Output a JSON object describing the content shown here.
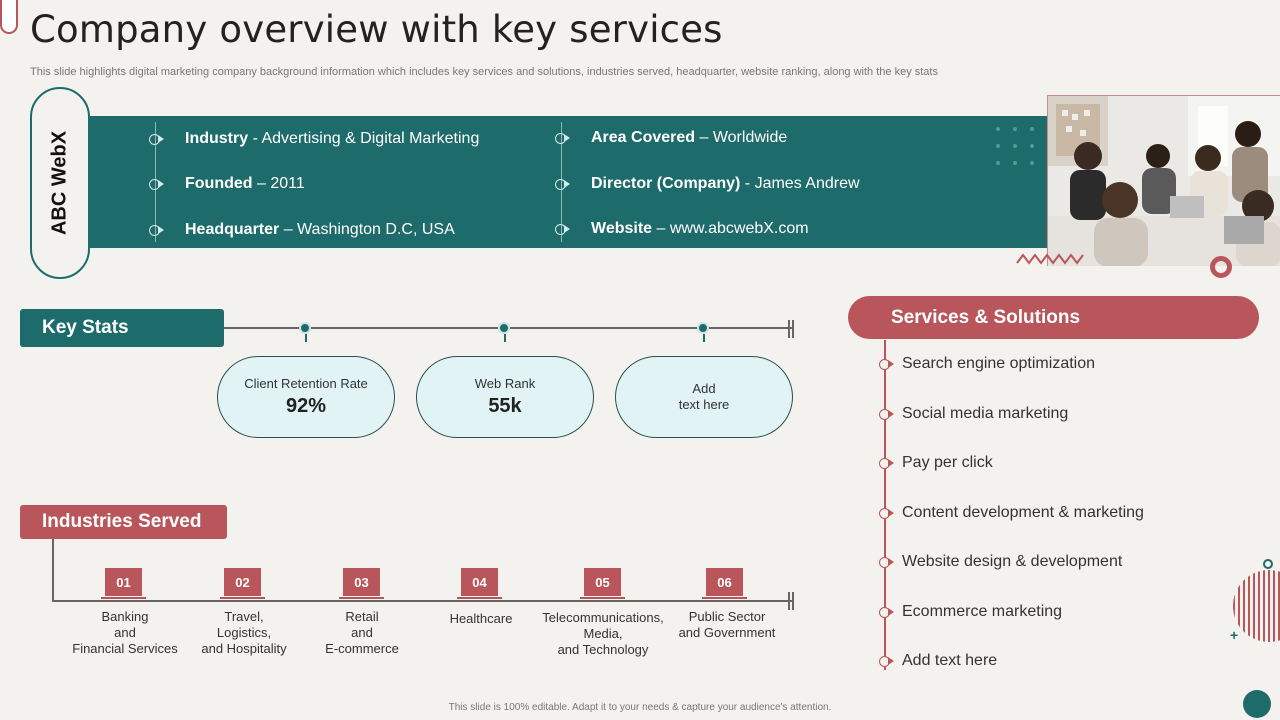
{
  "header": {
    "title": "Company overview with key services",
    "subtitle": "This slide highlights digital marketing company background information which includes key services and solutions, industries served, headquarter, website ranking, along with the key stats"
  },
  "company": {
    "name": "ABC WebX",
    "left_items": [
      {
        "label": "Industry",
        "sep": " - ",
        "value": "Advertising & Digital Marketing"
      },
      {
        "label": "Founded",
        "sep": " – ",
        "value": "2011"
      },
      {
        "label": "Headquarter",
        "sep": " – ",
        "value": "Washington D.C, USA"
      }
    ],
    "right_items": [
      {
        "label": "Area Covered",
        "sep": " – ",
        "value": "Worldwide"
      },
      {
        "label": "Director (Company)",
        "sep": " - ",
        "value": "James Andrew"
      },
      {
        "label": "Website",
        "sep": " – ",
        "value": "www.abcwebX.com"
      }
    ]
  },
  "key_stats": {
    "heading": "Key Stats",
    "items": [
      {
        "label": "Client Retention Rate",
        "value": "92%"
      },
      {
        "label": "Web Rank",
        "value": "55k"
      },
      {
        "placeholder_line1": "Add",
        "placeholder_line2": "text here"
      }
    ]
  },
  "industries": {
    "heading": "Industries Served",
    "items": [
      {
        "num": "01",
        "lines": [
          "Banking",
          "and",
          "Financial Services"
        ]
      },
      {
        "num": "02",
        "lines": [
          "Travel,",
          "Logistics,",
          "and Hospitality"
        ]
      },
      {
        "num": "03",
        "lines": [
          "Retail",
          "and",
          "E-commerce"
        ]
      },
      {
        "num": "04",
        "lines": [
          "Healthcare"
        ]
      },
      {
        "num": "05",
        "lines": [
          "Telecommunications,",
          "Media,",
          "and Technology"
        ]
      },
      {
        "num": "06",
        "lines": [
          "Public Sector",
          "and Government"
        ]
      }
    ]
  },
  "services": {
    "heading": "Services & Solutions",
    "items": [
      "Search engine optimization",
      "Social media marketing",
      "Pay per click",
      "Content development & marketing",
      "Website design & development",
      "Ecommerce marketing",
      "Add text here"
    ]
  },
  "footer": {
    "text": "This slide is 100% editable.  Adapt it to your needs & capture your audience's attention."
  },
  "colors": {
    "teal": "#1e6b6b",
    "rose": "#b9565c",
    "pill_fill": "#e1f3f5",
    "background": "#f4f2ee"
  }
}
